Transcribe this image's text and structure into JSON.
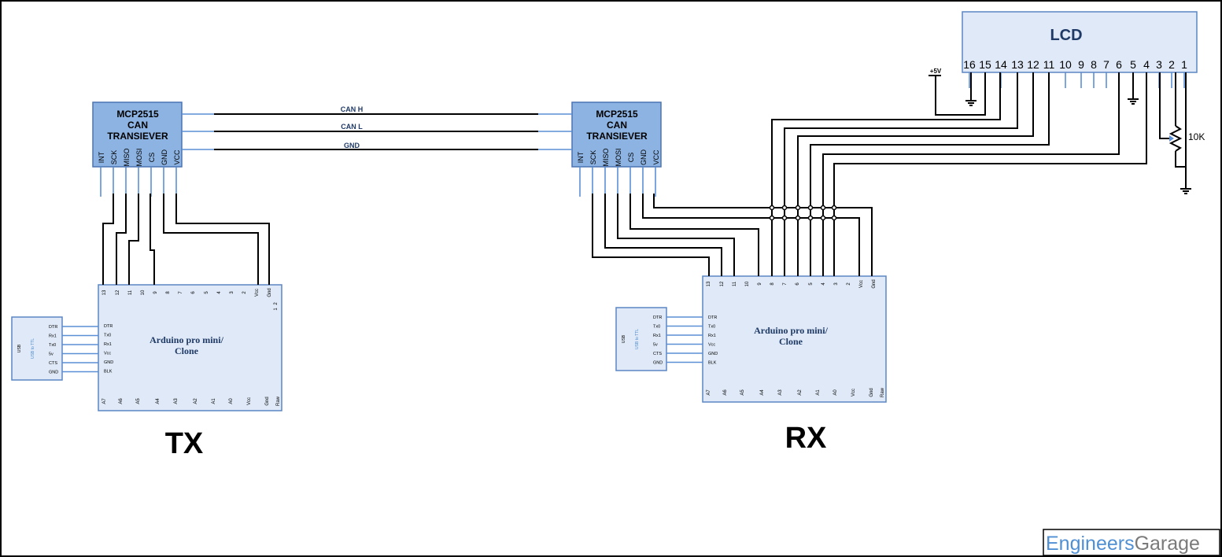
{
  "diagram": {
    "tx_module": {
      "chip_title": [
        "MCP2515",
        "CAN",
        "TRANSIEVER"
      ],
      "pins": [
        "INT",
        "SCK",
        "MISO",
        "MOSI",
        "CS",
        "GND",
        "VCC"
      ]
    },
    "rx_module": {
      "chip_title": [
        "MCP2515",
        "CAN",
        "TRANSIEVER"
      ],
      "pins": [
        "INT",
        "SCK",
        "MISO",
        "MOSI",
        "CS",
        "GND",
        "VCC"
      ]
    },
    "bus_lines": [
      "CAN H",
      "CAN L",
      "GND"
    ],
    "lcd": {
      "title": "LCD",
      "pins": [
        "16",
        "15",
        "14",
        "13",
        "12",
        "11",
        "10",
        "9",
        "8",
        "7",
        "6",
        "5",
        "4",
        "3",
        "2",
        "1"
      ],
      "supply": "+5V",
      "pot": "10K"
    },
    "tx_arduino": {
      "title_line1": "Arduino pro mini/",
      "title_line2": "Clone",
      "top_pins": [
        "13",
        "12",
        "11",
        "10",
        "9",
        "8",
        "7",
        "6",
        "5",
        "4",
        "3",
        "2",
        "Vcc",
        "Gnd"
      ],
      "extra_pins": [
        "1",
        "2"
      ],
      "bottom_pins": [
        "A7",
        "A6",
        "A5",
        "A4",
        "A3",
        "A2",
        "A1",
        "A0",
        "Vcc",
        "Gnd",
        "Raw"
      ],
      "left_pins": [
        "DTR",
        "Tx0",
        "Rx1",
        "Vcc",
        "GND",
        "BLK"
      ]
    },
    "rx_arduino": {
      "title_line1": "Arduino pro mini/",
      "title_line2": "Clone",
      "top_pins": [
        "13",
        "12",
        "11",
        "10",
        "9",
        "8",
        "7",
        "6",
        "5",
        "4",
        "3",
        "2",
        "Vcc",
        "Gnd"
      ],
      "bottom_pins": [
        "A7",
        "A6",
        "A5",
        "A4",
        "A3",
        "A2",
        "A1",
        "A0",
        "Vcc",
        "Gnd",
        "Raw"
      ],
      "left_pins": [
        "DTR",
        "Tx0",
        "Rx1",
        "Vcc",
        "GND",
        "BLK"
      ]
    },
    "tx_usb": {
      "label_outer": "USB",
      "label_inner": "USB to TTL",
      "pins": [
        "DTR",
        "Rx1",
        "Tx0",
        "5v",
        "CTS",
        "GND"
      ]
    },
    "rx_usb": {
      "label_outer": "USB",
      "label_inner": "USB to TTL",
      "pins": [
        "DTR",
        "Tx0",
        "Rx1",
        "5v",
        "CTS",
        "GND"
      ]
    },
    "tx_label": "TX",
    "rx_label": "RX",
    "brand": {
      "part1": "Engineers",
      "part2": "Garage"
    },
    "colors": {
      "chip_fill": "#8db3e2",
      "board_fill": "#dfe9f7",
      "pin_blue": "#5b8fd6",
      "brand_blue": "#4f8fd3",
      "brand_gray": "#7a7a7a"
    }
  }
}
